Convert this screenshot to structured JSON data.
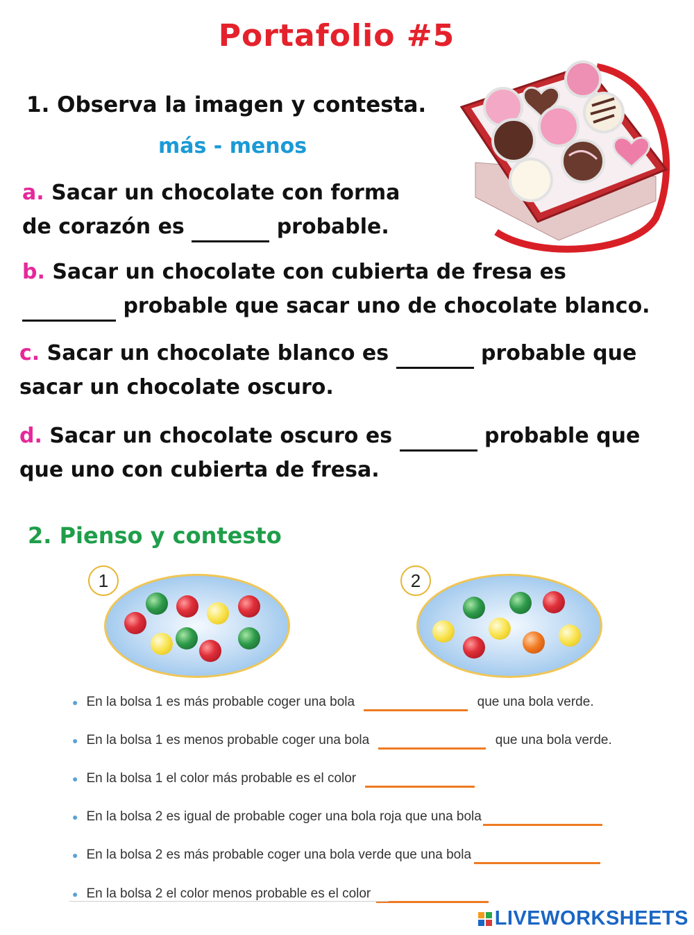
{
  "title": "Portafolio #5",
  "section1": {
    "heading": "1. Observa la imagen y contesta.",
    "choices": "más - menos",
    "items": [
      {
        "letter": "a.",
        "line1": "Sacar un chocolate con forma",
        "line2_before": "de corazón es",
        "line2_after": "probable."
      },
      {
        "letter": "b.",
        "line1": "Sacar un chocolate con cubierta de fresa es",
        "line2_after": "probable que sacar uno de chocolate blanco."
      },
      {
        "letter": "c.",
        "line1_before": "Sacar un chocolate blanco es",
        "line1_after": "probable que",
        "line2": "sacar un chocolate oscuro."
      },
      {
        "letter": "d.",
        "line1_before": "Sacar un chocolate oscuro es",
        "line1_after": "probable que",
        "line2": "que uno con cubierta de fresa."
      }
    ]
  },
  "section2": {
    "heading": "2. Pienso y contesto",
    "bags": [
      {
        "number": "1",
        "balls": [
          "red",
          "green",
          "red",
          "yellow",
          "red",
          "yellow",
          "green",
          "red",
          "green"
        ]
      },
      {
        "number": "2",
        "balls": [
          "yellow",
          "green",
          "green",
          "red",
          "yellow",
          "red",
          "orange",
          "yellow"
        ]
      }
    ],
    "sentences": [
      {
        "before": "En la bolsa 1 es más probable coger una bola",
        "after": "que una bola verde."
      },
      {
        "before": "En la bolsa 1 es menos probable coger una bola",
        "after": "que una bola verde."
      },
      {
        "before": "En la bolsa 1 el color más probable es el color",
        "after": ""
      },
      {
        "before": "En la bolsa 2 es igual de probable coger una bola roja que una bola",
        "after": ""
      },
      {
        "before": "En la bolsa 2 es más probable coger una bola verde que una bola",
        "after": ""
      },
      {
        "before": "En la bolsa 2 el color menos probable es el color",
        "after": ""
      }
    ]
  },
  "footer": {
    "logo_text": "LIVEWORKSHEETS"
  },
  "colors": {
    "title": "#e4222c",
    "choices": "#1b9ad6",
    "letters": "#e5289a",
    "section2": "#1f9e4a",
    "answer_line": "#ef7a22",
    "logo": "#1a66c4"
  }
}
